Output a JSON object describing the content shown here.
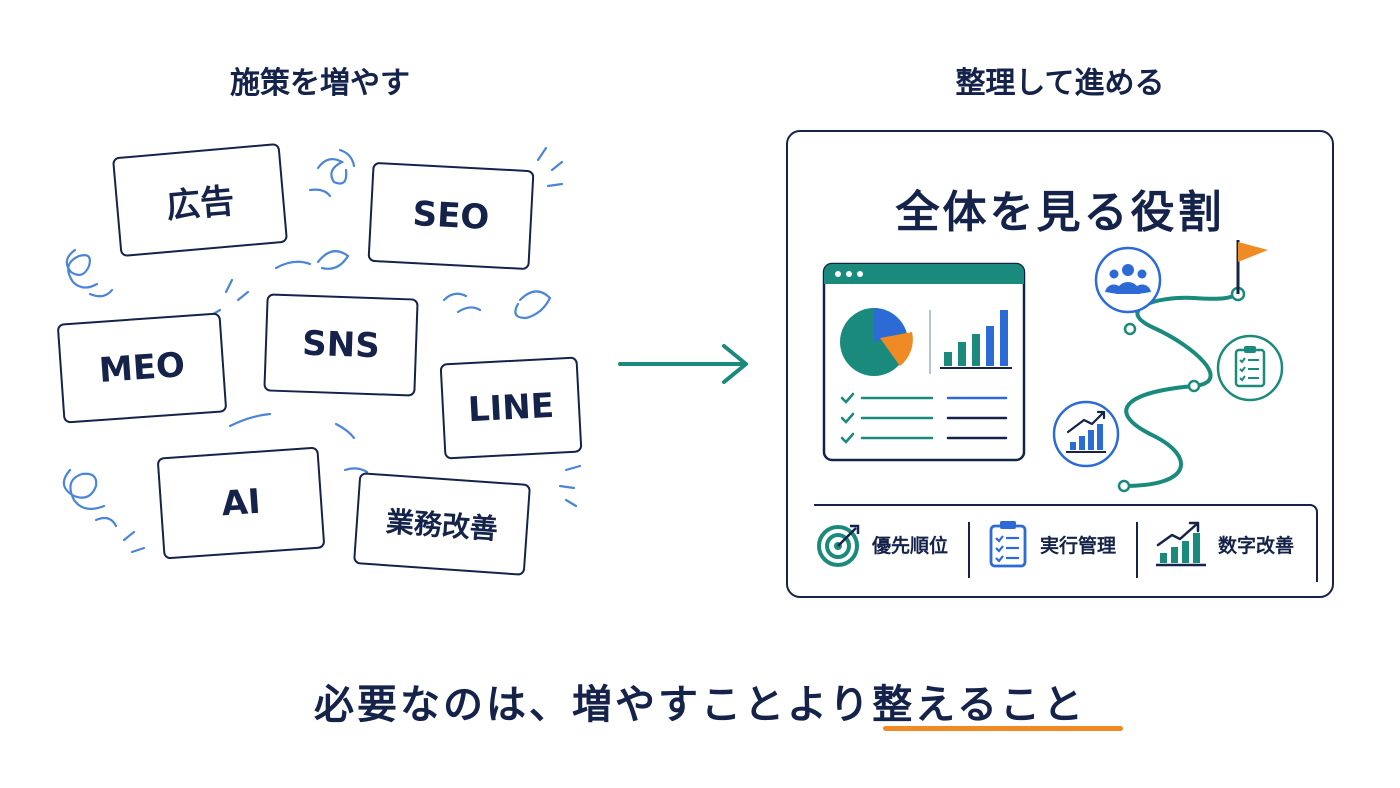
{
  "left": {
    "heading": "施策を増やす",
    "cards": [
      "広告",
      "SEO",
      "MEO",
      "SNS",
      "LINE",
      "AI",
      "業務改善"
    ]
  },
  "right": {
    "heading": "整理して進める",
    "panel_title": "全体を見る役割",
    "bottom_items": [
      "優先順位",
      "実行管理",
      "数字改善"
    ]
  },
  "tagline": {
    "before": "必要なのは、増やすことより",
    "highlight": "整えること"
  },
  "colors": {
    "navy": "#15234a",
    "teal": "#1a8a7c",
    "blue": "#2c6bd6",
    "orange": "#f08a24",
    "scribble": "#4a85d8"
  },
  "icons": {
    "arrow": "right-arrow-icon",
    "flag": "flag-icon",
    "team": "team-icon",
    "clipboard": "clipboard-icon",
    "growth": "growth-chart-icon",
    "target": "target-icon"
  }
}
